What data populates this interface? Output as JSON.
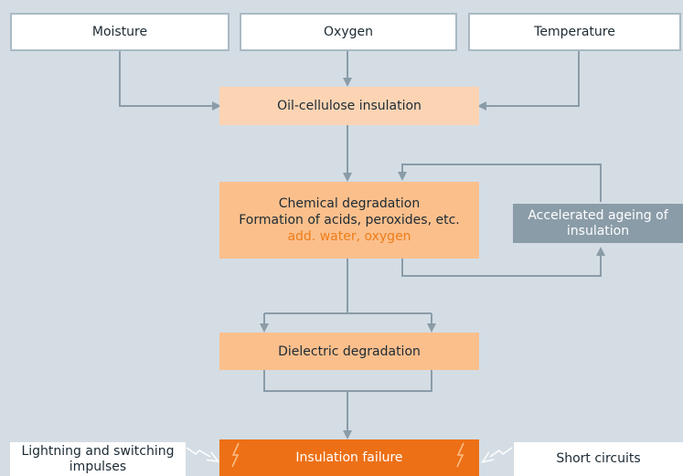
{
  "inputs": {
    "moisture": "Moisture",
    "oxygen": "Oxygen",
    "temperature": "Temperature"
  },
  "process": {
    "oil_cellulose": "Oil-cellulose insulation",
    "chemical_line1": "Chemical degradation",
    "chemical_line2": "Formation of acids, peroxides, etc.",
    "chemical_line3": "add. water, oxygen",
    "ageing": "Accelerated ageing of insulation",
    "dielectric": "Dielectric degradation",
    "failure": "Insulation failure"
  },
  "external": {
    "lightning": "Lightning and switching impulses",
    "short_circuits": "Short circuits"
  },
  "colors": {
    "background": "#d4dde4",
    "line": "#8a9ca8",
    "input_border": "#a9b9c4",
    "oil_box": "#fcd4b4",
    "chem_box": "#fbbf8c",
    "failure_box": "#ed7016",
    "ageing_box": "#8a9ca8",
    "accent_text": "#ee7d18"
  }
}
